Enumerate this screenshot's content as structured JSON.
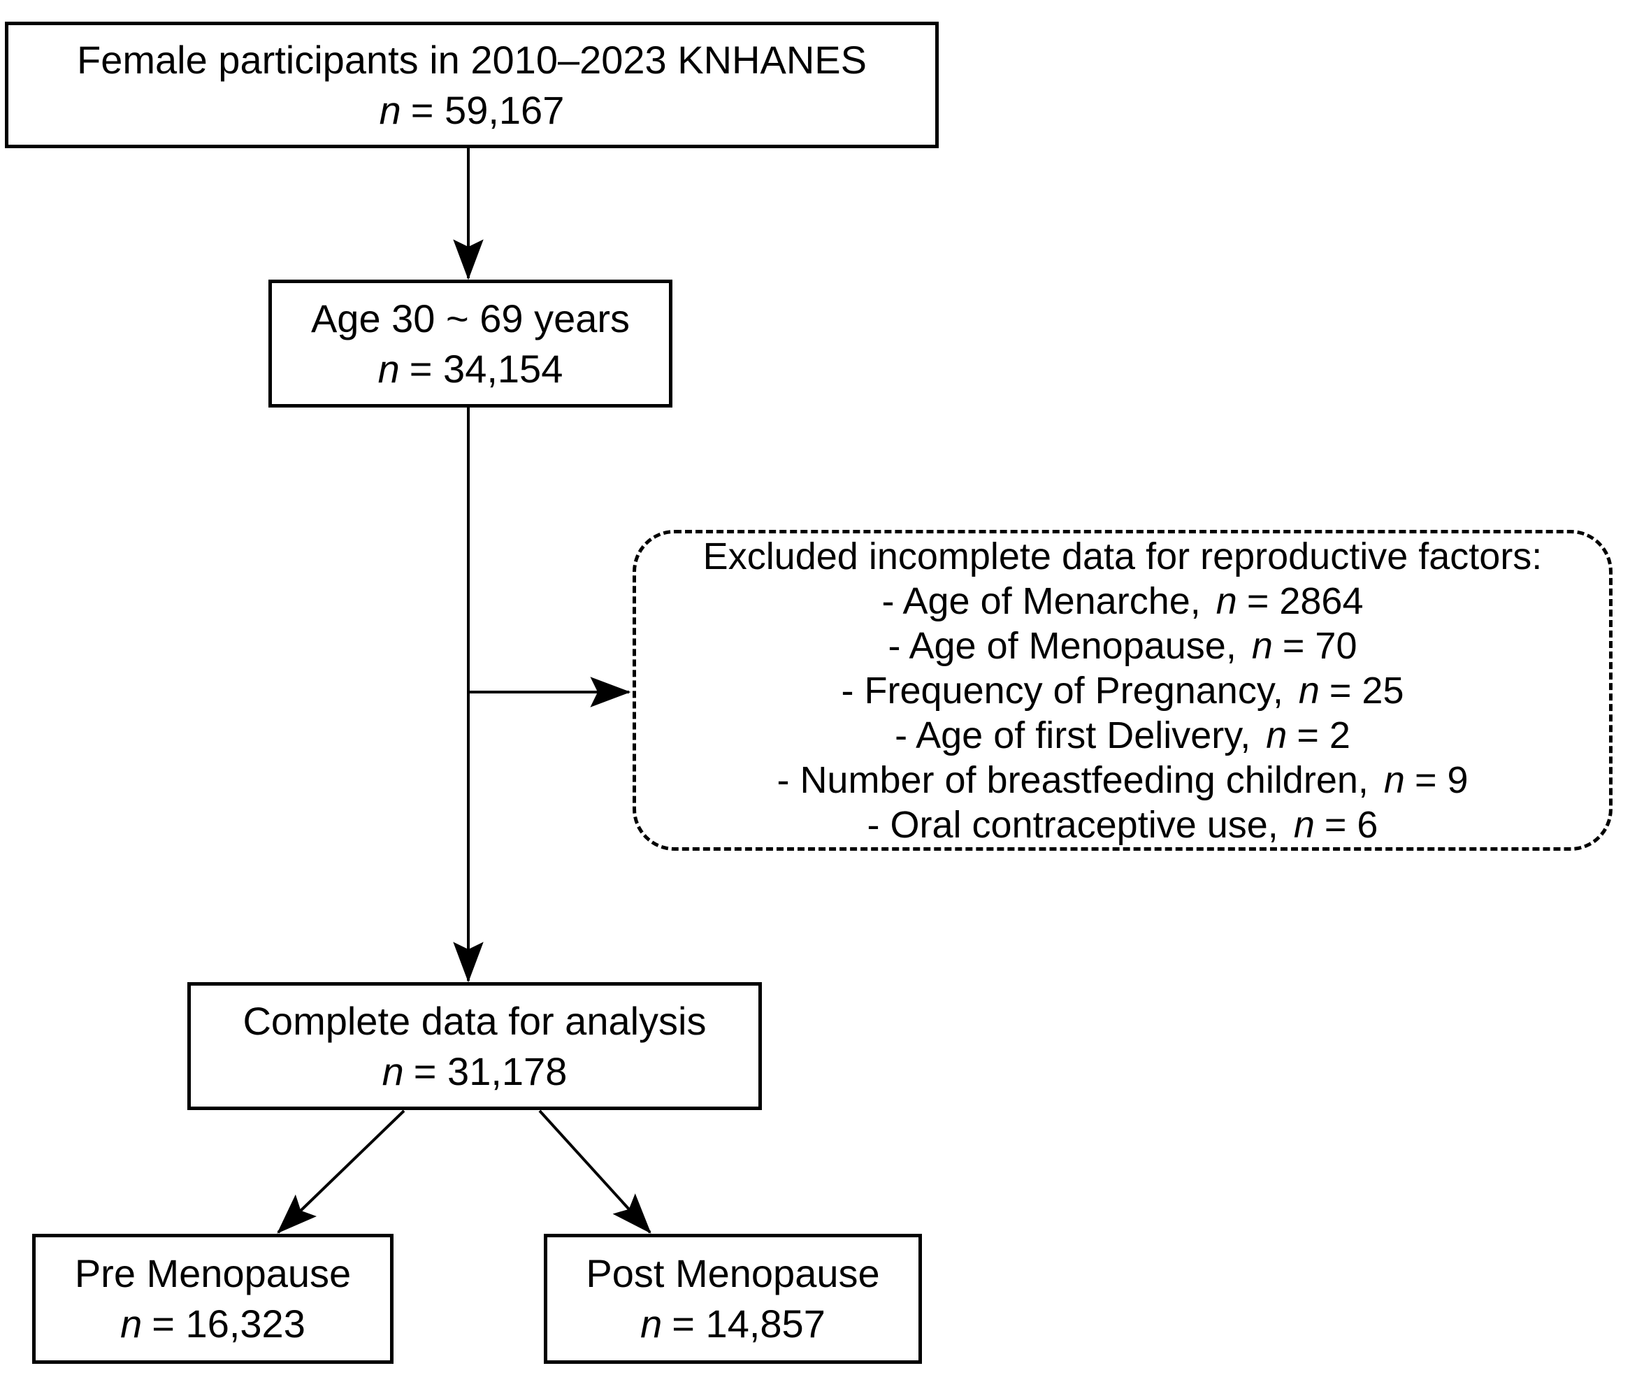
{
  "flowchart": {
    "n_label": "n",
    "boxes": {
      "top": {
        "title": "Female participants in 2010–2023 KNHANES",
        "n_value": "= 59,167"
      },
      "age": {
        "title": "Age 30 ~ 69 years",
        "n_value": "= 34,154"
      },
      "complete": {
        "title": "Complete data for analysis",
        "n_value": "= 31,178"
      },
      "pre": {
        "title": "Pre Menopause",
        "n_value": "= 16,323"
      },
      "post": {
        "title": "Post Menopause",
        "n_value": "= 14,857"
      }
    },
    "excluded": {
      "title": "Excluded incomplete data for reproductive factors:",
      "items": [
        {
          "label": "- Age of Menarche,",
          "n_value": "= 2864"
        },
        {
          "label": "- Age of Menopause,",
          "n_value": "= 70"
        },
        {
          "label": "- Frequency of Pregnancy,",
          "n_value": "= 25"
        },
        {
          "label": "- Age of first Delivery,",
          "n_value": "= 2"
        },
        {
          "label": "- Number of breastfeeding children,",
          "n_value": "= 9"
        },
        {
          "label": "- Oral contraceptive use,",
          "n_value": "= 6"
        }
      ]
    },
    "colors": {
      "line": "#000000",
      "background": "#ffffff"
    }
  }
}
